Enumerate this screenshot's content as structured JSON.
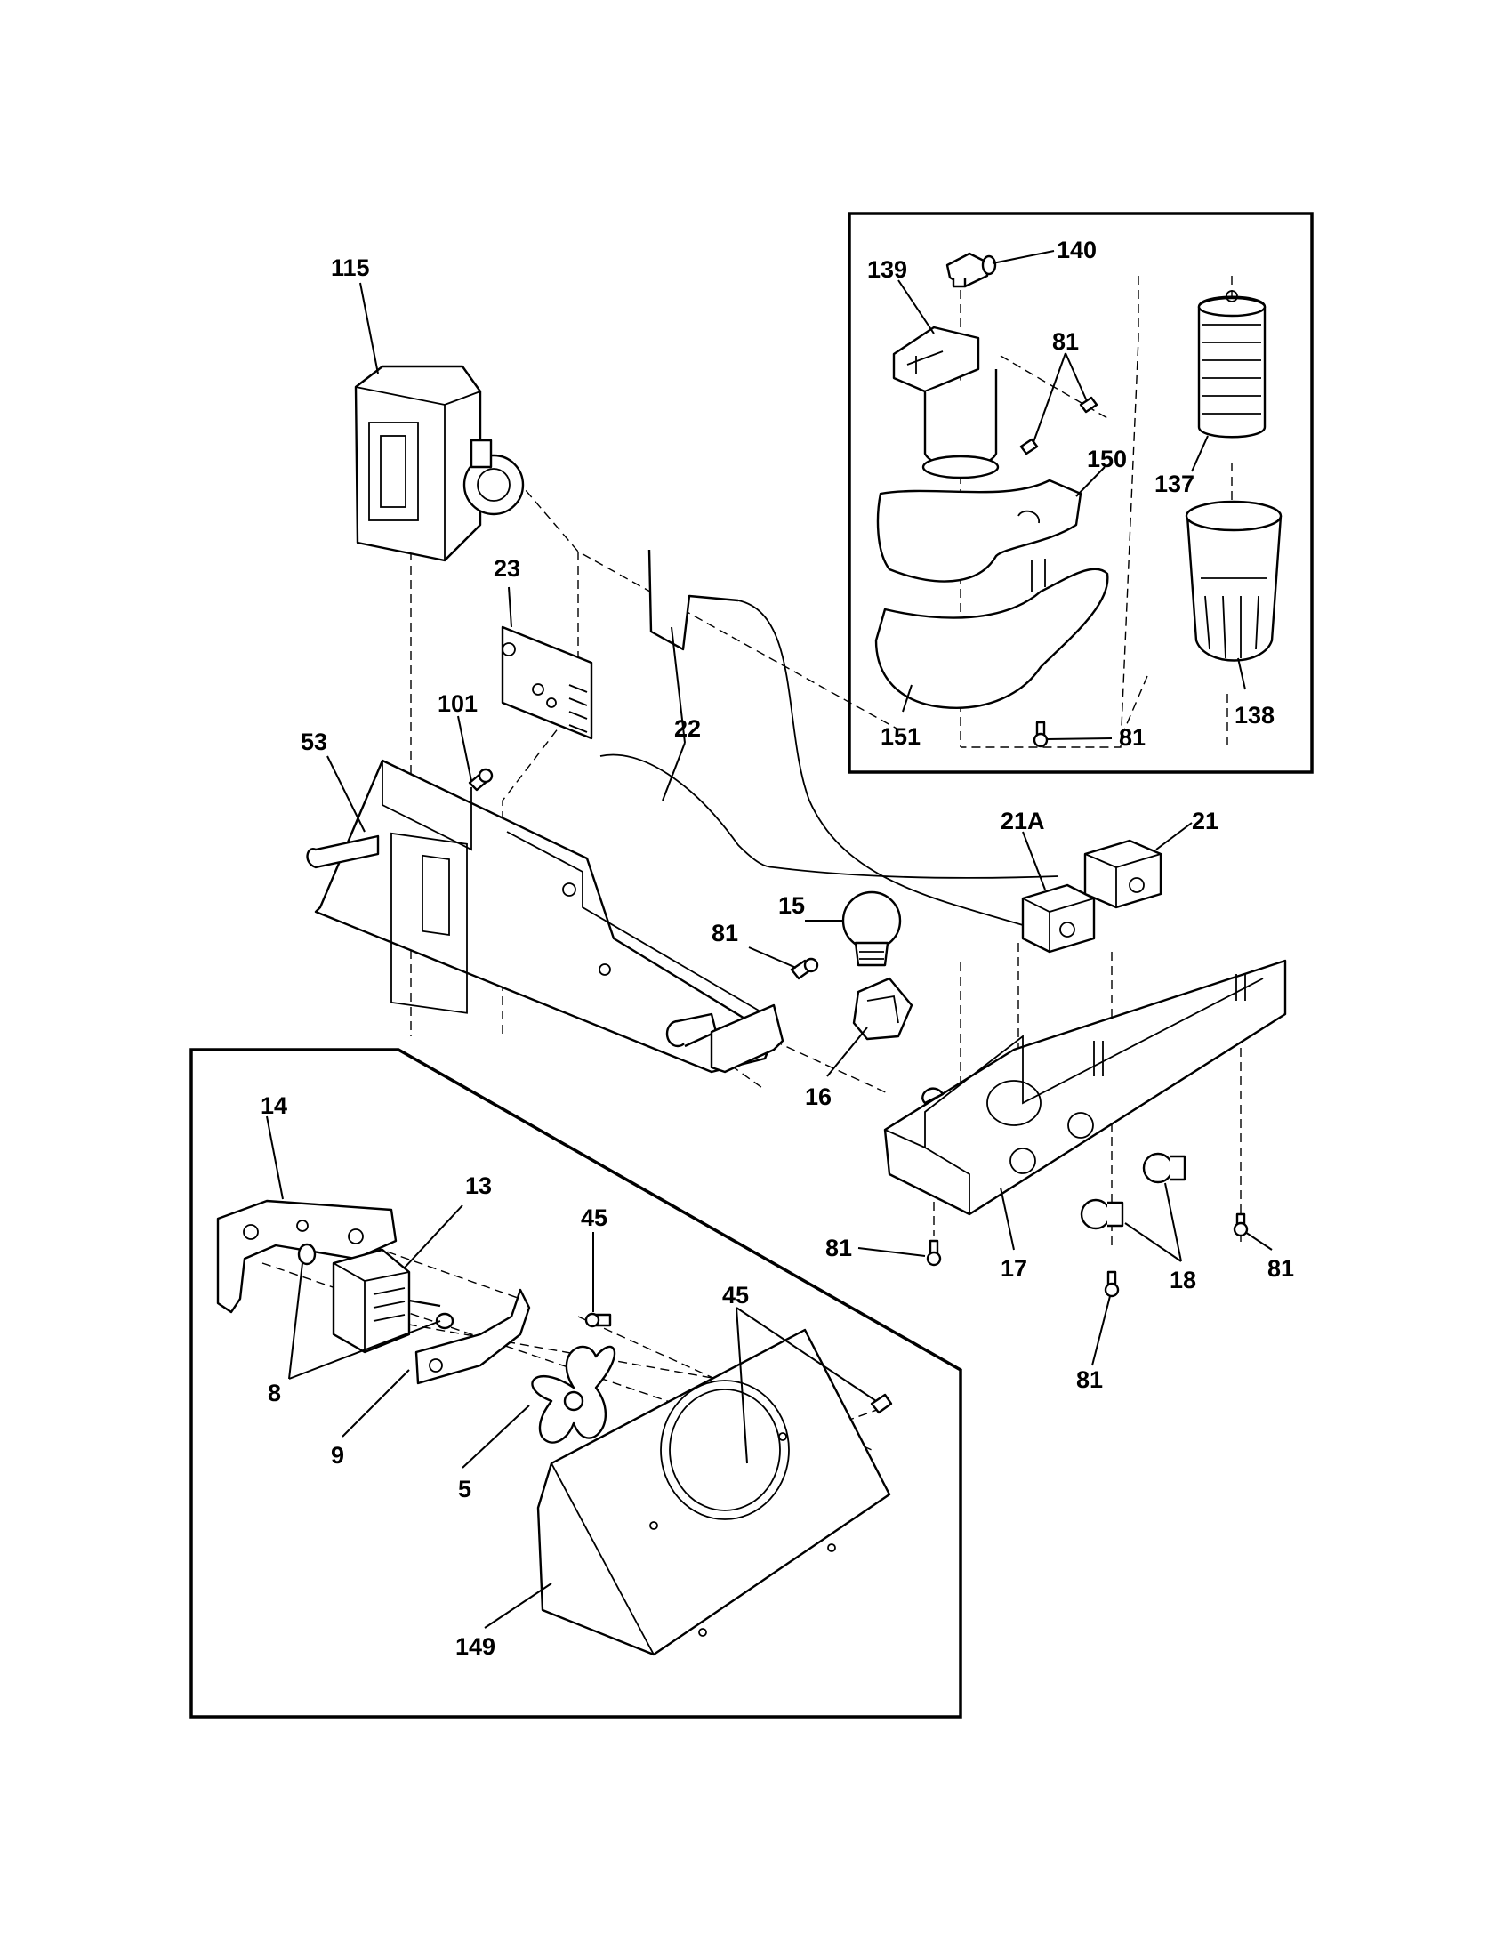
{
  "colors": {
    "ink": "#000000",
    "paper": "#ffffff"
  },
  "labels": {
    "p115": "115",
    "p23": "23",
    "p101": "101",
    "p53": "53",
    "p22": "22",
    "p15": "15",
    "p81_center": "81",
    "p16": "16",
    "p21A": "21A",
    "p21": "21",
    "p17": "17",
    "p18": "18",
    "p81_bottom_left": "81",
    "p81_bottom_mid": "81",
    "p81_bottom_right": "81",
    "p140": "140",
    "p139": "139",
    "p81_filter_top": "81",
    "p150": "150",
    "p137": "137",
    "p138": "138",
    "p151": "151",
    "p81_filter_bottom": "81",
    "p14": "14",
    "p13": "13",
    "p45_top": "45",
    "p45_mid": "45",
    "p8": "8",
    "p9": "9",
    "p5": "5",
    "p149": "149"
  }
}
